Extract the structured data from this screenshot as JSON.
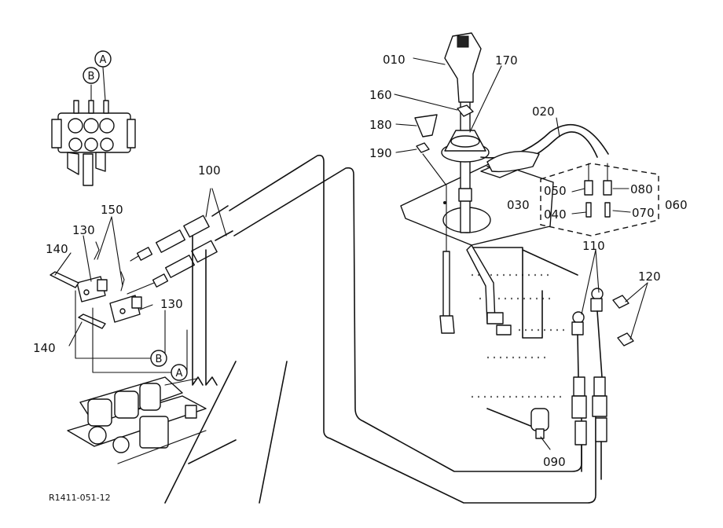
{
  "diagram": {
    "reference_code": "R1411-051-12",
    "callouts": {
      "p010": "010",
      "p020": "020",
      "p030": "030",
      "p040": "040",
      "p050": "050",
      "p060": "060",
      "p070": "070",
      "p080": "080",
      "p090": "090",
      "p100": "100",
      "p110": "110",
      "p120": "120",
      "p130a": "130",
      "p130b": "130",
      "p140a": "140",
      "p140b": "140",
      "p150": "150",
      "p160": "160",
      "p170": "170",
      "p180": "180",
      "p190": "190"
    },
    "circle_markers": {
      "top_a": "A",
      "top_b": "B",
      "bottom_a": "A",
      "bottom_b": "B"
    }
  }
}
